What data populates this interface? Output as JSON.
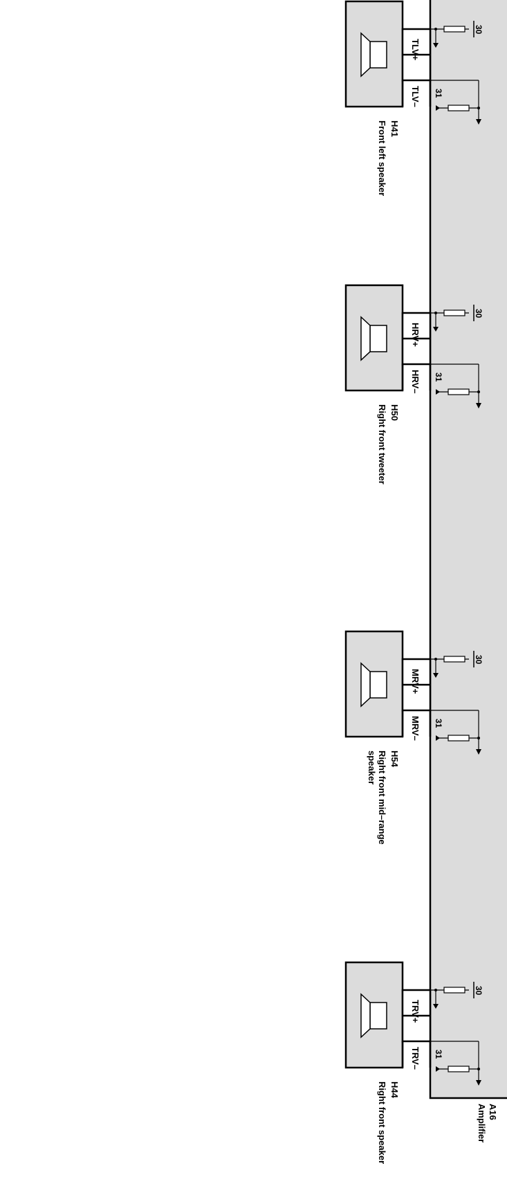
{
  "amplifier": {
    "code": "A16",
    "name": "Amplifier"
  },
  "speakers": [
    {
      "code": "H41",
      "name": "Front left speaker",
      "name_lines": [
        "Front left speaker"
      ],
      "pins": [
        "TLV+",
        "TLV–"
      ],
      "terminals": [
        "30",
        "31"
      ]
    },
    {
      "code": "H50",
      "name": "Right front tweeter",
      "name_lines": [
        "Right front tweeter"
      ],
      "pins": [
        "HRV+",
        "HRV–"
      ],
      "terminals": [
        "30",
        "31"
      ]
    },
    {
      "code": "H54",
      "name": "Right front mid–range speaker",
      "name_lines": [
        "Right front mid–range",
        "speaker"
      ],
      "pins": [
        "MRV+",
        "MRV–"
      ],
      "terminals": [
        "30",
        "31"
      ]
    },
    {
      "code": "H44",
      "name": "Right front speaker",
      "name_lines": [
        "Right front speaker"
      ],
      "pins": [
        "TRV+",
        "TRV–"
      ],
      "terminals": [
        "30",
        "31"
      ]
    }
  ],
  "colors": {
    "box_fill": "#dcdcdc",
    "line": "#000000",
    "background": "#ffffff"
  }
}
